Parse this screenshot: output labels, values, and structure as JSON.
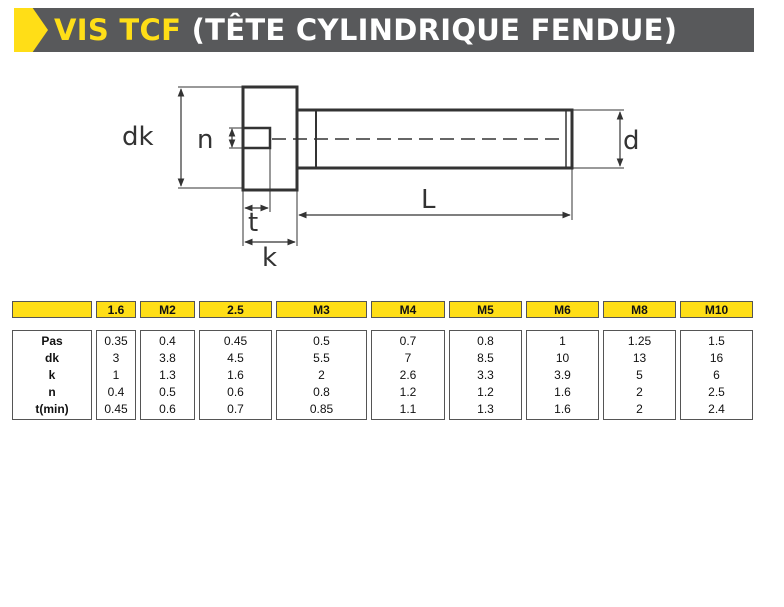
{
  "title": {
    "highlight": "VIS TCF",
    "rest": " (TÊTE CYLINDRIQUE FENDUE)"
  },
  "drawing_labels": {
    "dk": "dk",
    "n": "n",
    "t": "t",
    "k": "k",
    "d": "d",
    "L": "L"
  },
  "colors": {
    "accent": "#ffde17",
    "banner": "#58595b"
  },
  "table": {
    "sizes": [
      "1.6",
      "M2",
      "2.5",
      "M3",
      "M4",
      "M5",
      "M6",
      "M8",
      "M10"
    ],
    "row_labels": [
      "Pas",
      "dk",
      "k",
      "n",
      "t(min)"
    ],
    "columns": [
      [
        "0.35",
        "3",
        "1",
        "0.4",
        "0.45"
      ],
      [
        "0.4",
        "3.8",
        "1.3",
        "0.5",
        "0.6"
      ],
      [
        "0.45",
        "4.5",
        "1.6",
        "0.6",
        "0.7"
      ],
      [
        "0.5",
        "5.5",
        "2",
        "0.8",
        "0.85"
      ],
      [
        "0.7",
        "7",
        "2.6",
        "1.2",
        "1.1"
      ],
      [
        "0.8",
        "8.5",
        "3.3",
        "1.2",
        "1.3"
      ],
      [
        "1",
        "10",
        "3.9",
        "1.6",
        "1.6"
      ],
      [
        "1.25",
        "13",
        "5",
        "2",
        "2"
      ],
      [
        "1.5",
        "16",
        "6",
        "2.5",
        "2.4"
      ]
    ]
  }
}
